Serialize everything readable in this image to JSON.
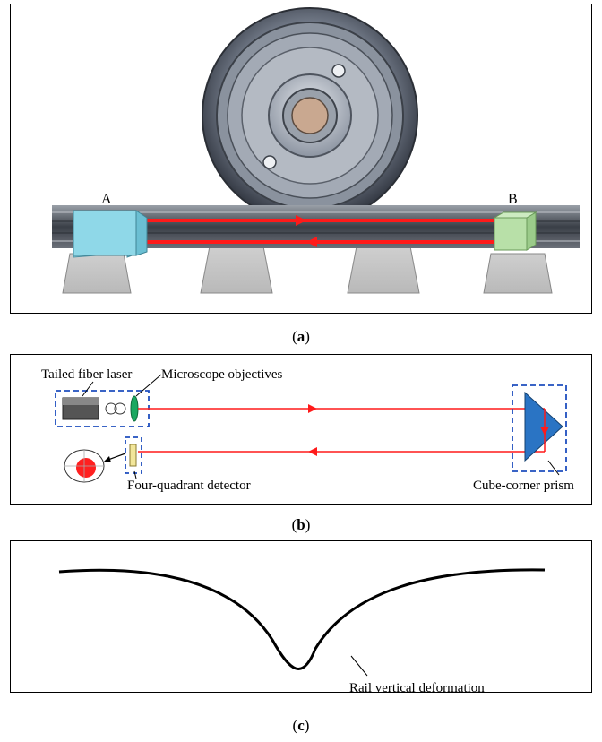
{
  "panel_a": {
    "caption": "a",
    "label_a": "A",
    "label_b": "B"
  },
  "panel_b": {
    "caption": "b",
    "label_laser": "Tailed fiber laser",
    "label_objectives": "Microscope objectives",
    "label_detector": "Four-quadrant detector",
    "label_prism": "Cube-corner prism"
  },
  "panel_c": {
    "caption": "c",
    "label_deformation": "Rail vertical deformation"
  },
  "colors": {
    "beam": "#ff1a1a",
    "sensor_a": "#8fd8e8",
    "sensor_b": "#b8e0a8",
    "dash_box": "#1f4fbf",
    "prism": "#2a74c4",
    "lens": "#1aa860"
  }
}
